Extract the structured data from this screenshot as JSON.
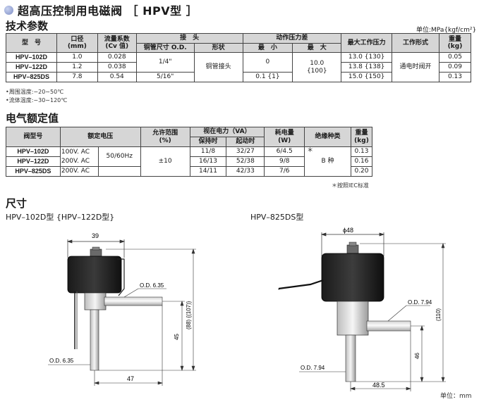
{
  "page_title": "超高压控制用电磁阀 ［ HPV型 ］",
  "spec": {
    "section_title": "技术参数",
    "unit_note": "单位:MPa{kgf/cm²}",
    "headers": {
      "model": "型　号",
      "orifice": "口径",
      "orifice_unit": "(mm)",
      "cv": "流量系数",
      "cv_unit": "(Cv 值)",
      "connection": "接　头",
      "pipe_size": "铜管尺寸 O.D.",
      "shape": "形状",
      "mopd": "动作压力差",
      "min": "最　小",
      "max": "最　大",
      "mwp": "最大工作压力",
      "mode": "工作形式",
      "weight": "重量",
      "weight_unit": "(kg)"
    },
    "rows": [
      {
        "model": "HPV–102D",
        "orifice": "1.0",
        "cv": "0.028",
        "mwp": "13.0 {130}",
        "weight": "0.05"
      },
      {
        "model": "HPV–122D",
        "orifice": "1.2",
        "cv": "0.038",
        "mwp": "13.8 {138}",
        "weight": "0.09"
      },
      {
        "model": "HPV–825DS",
        "orifice": "7.8",
        "cv": "0.54",
        "mwp": "15.0 {150}",
        "weight": "0.13"
      }
    ],
    "pipe_size_small": "1/4\"",
    "pipe_size_large": "5/16\"",
    "shape": "铜管接头",
    "min_small": "0",
    "min_large": "0.1 {1}",
    "max": "10.0",
    "max_paren": "{100}",
    "mode": "通电时阀开",
    "notes": [
      "•周围温度:−20∼50℃",
      "•流体温度:−30∼120℃"
    ]
  },
  "electrical": {
    "section_title": "电气额定值",
    "headers": {
      "model": "阀型号",
      "voltage": "额定电压",
      "tolerance": "允许范围",
      "tolerance_unit": "(%)",
      "apparent_power": "视在电力（VA）",
      "holding": "保持时",
      "inrush": "起动时",
      "power": "耗电量",
      "power_unit": "(W)",
      "insulation": "绝缘种类",
      "weight": "重量",
      "weight_unit": "(kg)"
    },
    "rows": [
      {
        "model": "HPV–102D",
        "holding": "11/8",
        "inrush": "32/27",
        "power": "6/4.5",
        "weight": "0.13"
      },
      {
        "model": "HPV–122D",
        "holding": "16/13",
        "inrush": "52/38",
        "power": "9/8",
        "weight": "0.16"
      },
      {
        "model": "HPV–825DS",
        "holding": "14/11",
        "inrush": "42/33",
        "power": "7/6",
        "weight": "0.20"
      }
    ],
    "voltage_1": "100V. AC",
    "voltage_2": "200V. AC",
    "voltage_3": "200V. AC",
    "frequency": "50/60Hz",
    "tolerance": "±10",
    "insulation": "B 种",
    "insulation_mark": "＊",
    "footnote": "＊按照IEC标准"
  },
  "dimensions": {
    "section_title": "尺寸",
    "left_label": "HPV–102D型 {HPV–122D型}",
    "right_label": "HPV–825DS型",
    "unit_note": "单位：mm",
    "left": {
      "width": "39",
      "od_top": "O.D. 6.35",
      "od_bottom": "O.D. 6.35",
      "height": "(88) {(107)}",
      "stem": "45",
      "length": "47"
    },
    "right": {
      "diameter": "ϕ48",
      "od_top": "O.D. 7.94",
      "od_bottom": "O.D. 7.94",
      "height": "(110)",
      "stem": "46",
      "length": "48.5"
    }
  }
}
